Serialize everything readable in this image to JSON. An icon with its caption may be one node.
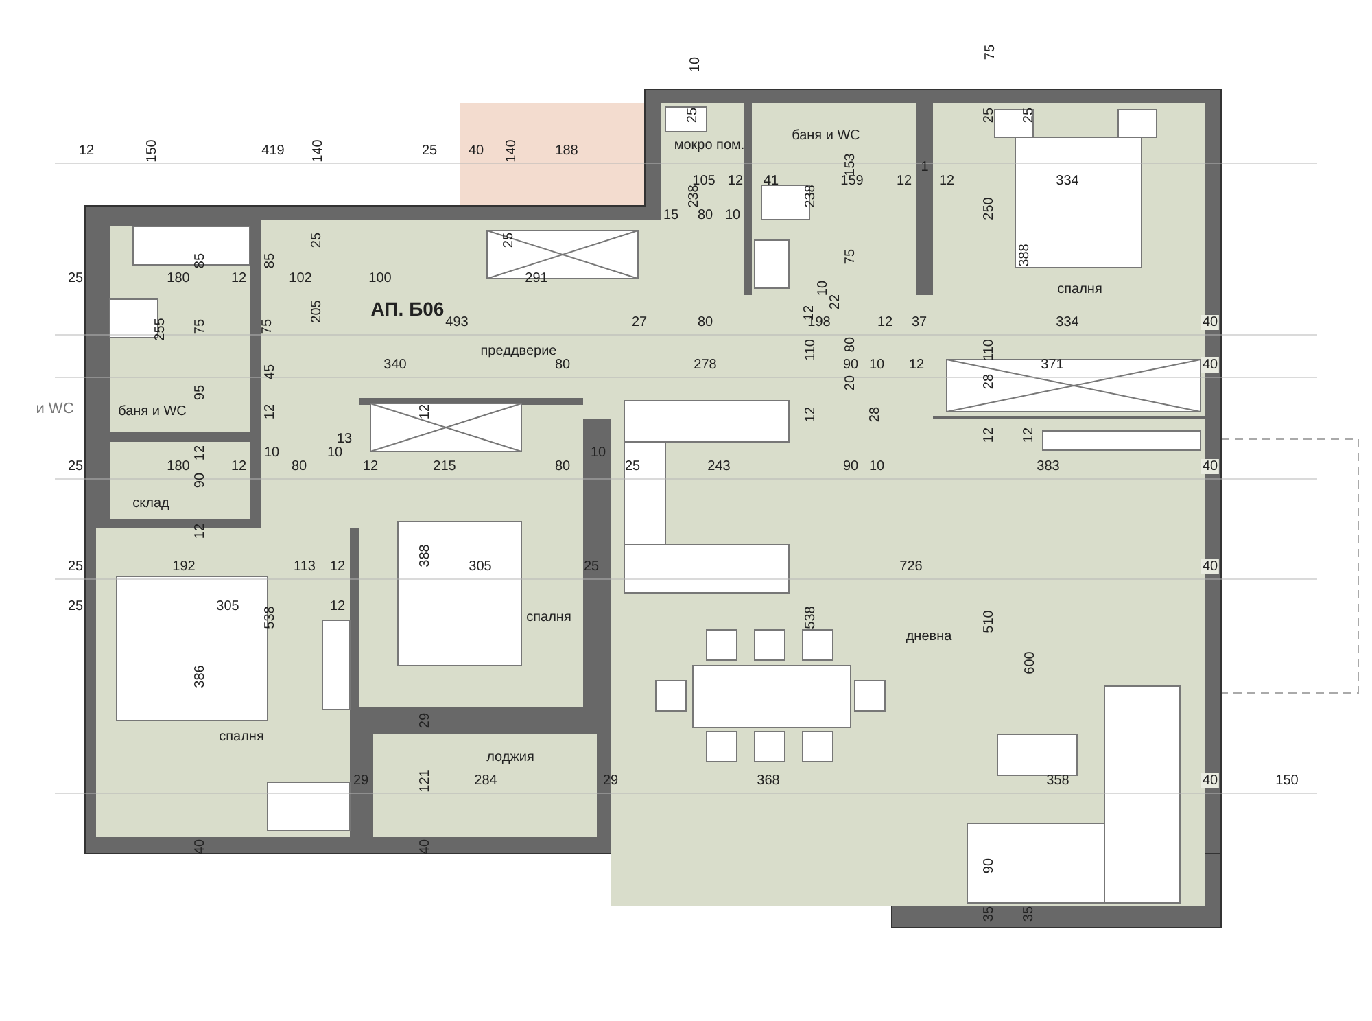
{
  "diagram": {
    "nodes": [
      {
        "text": [
          "баня и WC"
        ]
      },
      {
        "text": [
          "мокро пом."
        ]
      },
      {
        "text": [
          "спалня"
        ]
      },
      {
        "text": [
          "преддверие"
        ]
      },
      {
        "text": [
          "баня и WC"
        ]
      },
      {
        "text": [
          "склад"
        ]
      },
      {
        "text": [
          "спалня"
        ]
      },
      {
        "text": [
          "дневна"
        ]
      },
      {
        "text": [
          "спалня"
        ]
      },
      {
        "text": [
          "лоджия"
        ]
      }
    ],
    "labels": [
      "75",
      "10",
      "25",
      "25",
      "25",
      "12",
      "150",
      "419",
      "140",
      "25",
      "40",
      "140",
      "188",
      "153",
      "1",
      "105",
      "12",
      "41",
      "159",
      "12",
      "12",
      "334",
      "238",
      "238",
      "250",
      "15",
      "80",
      "10",
      "25",
      "25",
      "85",
      "85",
      "388",
      "75",
      "25",
      "180",
      "12",
      "102",
      "100",
      "291",
      "10",
      "22",
      "АП. Б06",
      "205",
      "12",
      "75",
      "75",
      "255",
      "493",
      "27",
      "80",
      "198",
      "12",
      "37",
      "334",
      "40",
      "110",
      "80",
      "110",
      "45",
      "340",
      "80",
      "278",
      "90",
      "10",
      "12",
      "371",
      "40",
      "20",
      "28",
      "95",
      "и WC",
      "12",
      "12",
      "12",
      "28",
      "13",
      "12",
      "12",
      "10",
      "12",
      "10",
      "10",
      "25",
      "180",
      "12",
      "80",
      "12",
      "215",
      "80",
      "25",
      "243",
      "90",
      "10",
      "383",
      "40",
      "90",
      "12",
      "388",
      "25",
      "192",
      "113",
      "12",
      "305",
      "25",
      "726",
      "40",
      "25",
      "305",
      "12",
      "538",
      "538",
      "510",
      "600",
      "386",
      "29",
      "29",
      "121",
      "284",
      "29",
      "368",
      "358",
      "40",
      "150",
      "40",
      "40",
      "90",
      "35",
      "35"
    ]
  }
}
